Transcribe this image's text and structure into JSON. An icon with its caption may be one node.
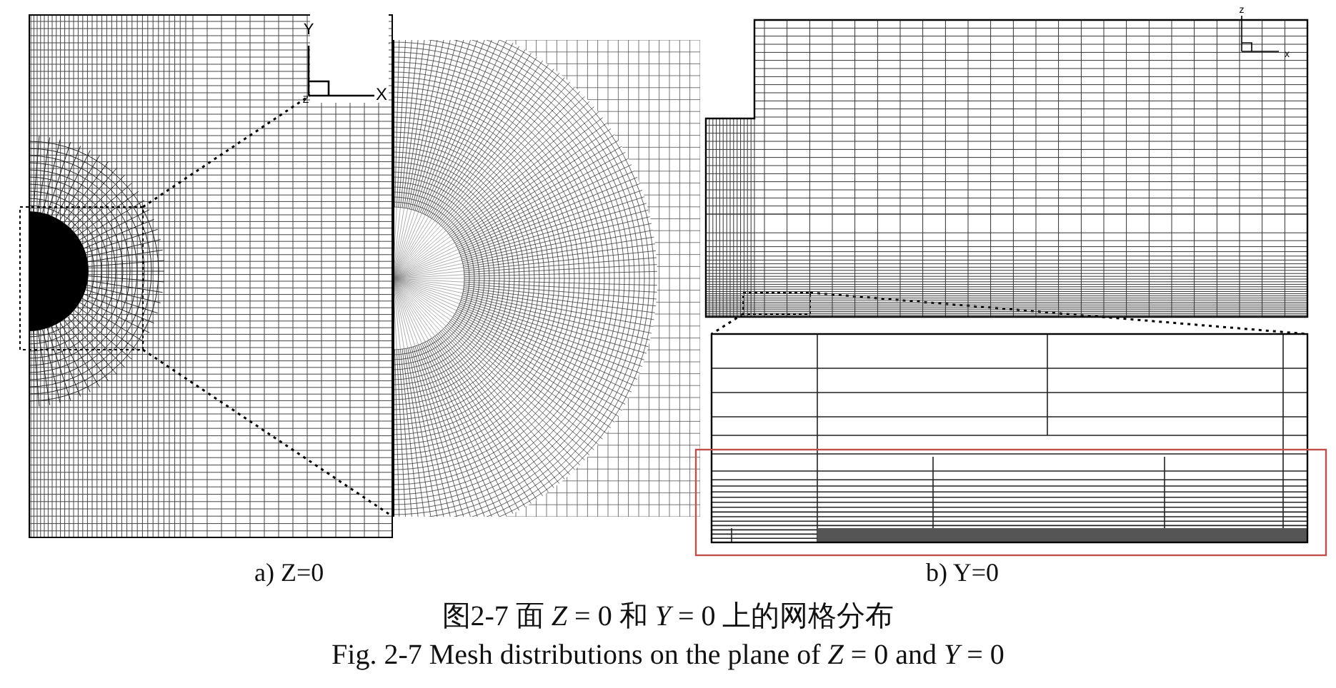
{
  "diagram": {
    "caption": "图2-7 面 *Z* = 0 和 *Y* = 0 上的网格分布",
    "nodes": [
      {
        "text": [],
        "shape": "box"
      },
      {
        "text": [],
        "shape": "picture"
      },
      {
        "text": [],
        "shape": "box"
      },
      {
        "text": [],
        "shape": "picture"
      }
    ],
    "edges": [
      {
        "from": 0,
        "to": 1,
        "arrow": "none",
        "style": "dashed"
      },
      {
        "from": 0,
        "to": 1,
        "arrow": "none",
        "style": "dashed"
      },
      {
        "from": 2,
        "to": 3,
        "arrow": "none",
        "style": "dashed"
      },
      {
        "from": 2,
        "to": 3,
        "arrow": "none",
        "style": "dashed"
      }
    ],
    "labels": [
      "Y",
      "Z",
      "X",
      "z",
      "x",
      "a) Z=0",
      "b) Y=0",
      "Fig. 2-7 Mesh distributions on the plane of *Z* = 0 and *Y* = 0"
    ]
  }
}
